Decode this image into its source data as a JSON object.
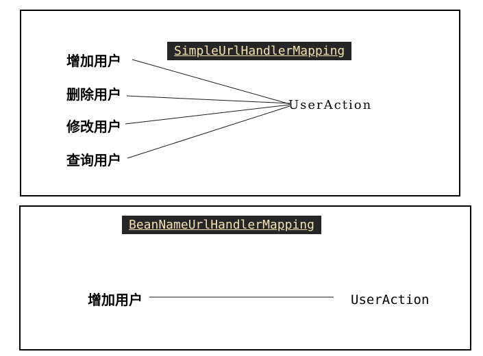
{
  "colors": {
    "page_background": "#ffffff",
    "panel_border": "#000000",
    "title_background": "#262626",
    "title_text": "#f1e2b3",
    "label_text": "#000000",
    "connector_line": "#1a1a1a"
  },
  "panels": [
    {
      "title": "SimpleUrlHandlerMapping",
      "handlers": [
        "增加用户",
        "删除用户",
        "修改用户",
        "查询用户"
      ],
      "target": "UserAction"
    },
    {
      "title": "BeanNameUrlHandlerMapping",
      "handlers": [
        "增加用户"
      ],
      "target": "UserAction"
    }
  ]
}
